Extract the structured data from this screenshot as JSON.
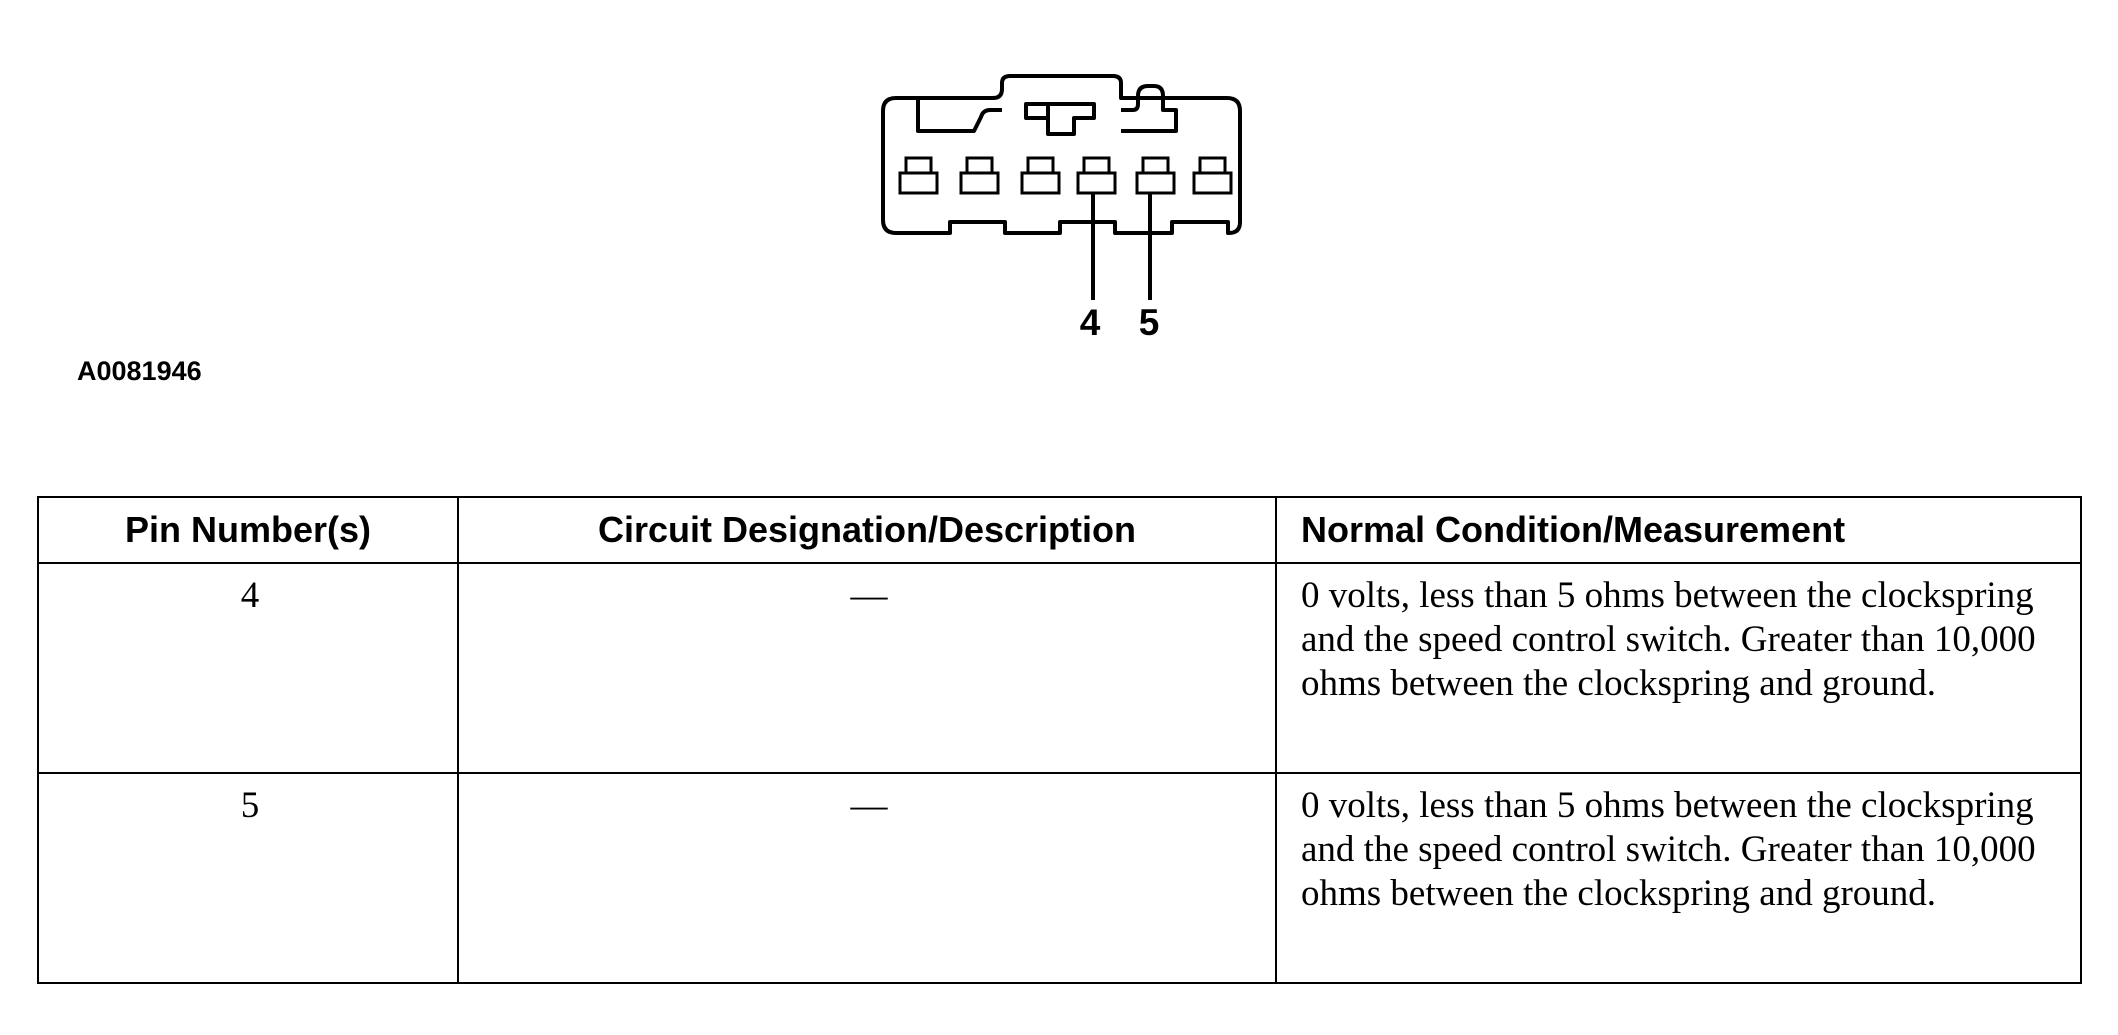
{
  "figure": {
    "id": "A0081946",
    "pin_callouts": [
      {
        "label": "4"
      },
      {
        "label": "5"
      }
    ]
  },
  "table": {
    "headers": {
      "pin": "Pin Number(s)",
      "desc": "Circuit Designation/Description",
      "cond": "Normal Condition/Measurement"
    },
    "rows": [
      {
        "pin": "4",
        "desc": "—",
        "cond": "0 volts, less than 5 ohms between the clockspring and the speed control switch. Greater than 10,000 ohms between the clockspring and ground."
      },
      {
        "pin": "5",
        "desc": "—",
        "cond": "0 volts, less than 5 ohms between the clockspring and the speed control switch. Greater than 10,000 ohms between the clockspring and ground."
      }
    ]
  }
}
